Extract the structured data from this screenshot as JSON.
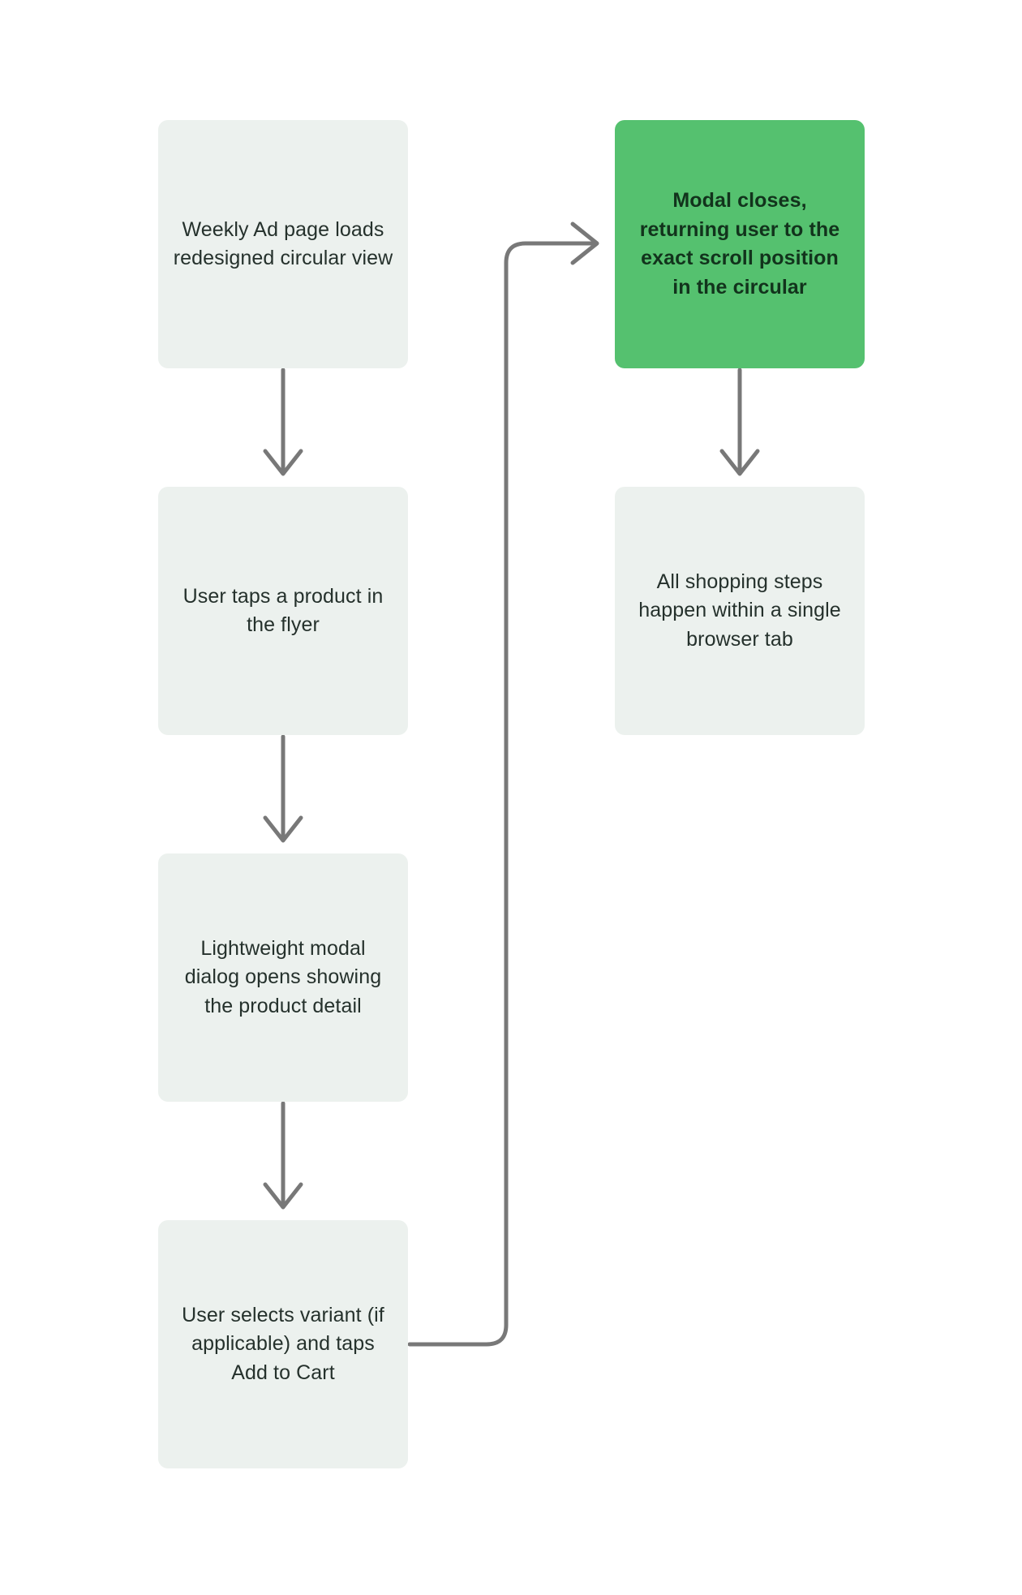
{
  "diagram": {
    "type": "flowchart",
    "orientation": "two-column-vertical",
    "background_color": "#ffffff",
    "node_fill_default": "#ecf1ee",
    "node_fill_accent": "#55c16f",
    "text_color_default": "#25312c",
    "text_color_accent": "#12331c",
    "edge_color": "#787878",
    "nodes": [
      {
        "id": "weekly-ad",
        "label": "Weekly Ad page loads redesigned circular view",
        "style": "plain",
        "column": "left",
        "order": 1
      },
      {
        "id": "user-taps",
        "label": "User taps a product in the flyer",
        "style": "plain",
        "column": "left",
        "order": 2
      },
      {
        "id": "modal-opens",
        "label": "Lightweight modal dialog opens showing the product detail",
        "style": "plain",
        "column": "left",
        "order": 3
      },
      {
        "id": "add-to-cart",
        "label": "User selects variant (if applicable) and taps Add to Cart",
        "style": "plain",
        "column": "left",
        "order": 4
      },
      {
        "id": "modal-closes",
        "label": "Modal closes, returning user to the exact scroll position in the circular",
        "style": "accent",
        "column": "right",
        "order": 5
      },
      {
        "id": "single-tab",
        "label": "All shopping steps happen within a single browser tab",
        "style": "plain",
        "column": "right",
        "order": 6
      }
    ],
    "edges": [
      {
        "id": "e1",
        "from": "weekly-ad",
        "to": "user-taps",
        "kind": "straight-down"
      },
      {
        "id": "e2",
        "from": "user-taps",
        "to": "modal-opens",
        "kind": "straight-down"
      },
      {
        "id": "e3",
        "from": "modal-opens",
        "to": "add-to-cart",
        "kind": "straight-down"
      },
      {
        "id": "e4",
        "from": "add-to-cart",
        "to": "modal-closes",
        "kind": "routed-right-up"
      },
      {
        "id": "e5",
        "from": "modal-closes",
        "to": "single-tab",
        "kind": "straight-down"
      }
    ]
  }
}
